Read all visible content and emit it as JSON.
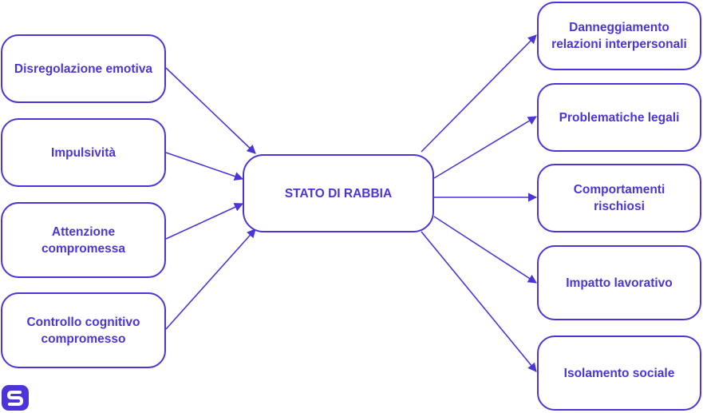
{
  "center": {
    "label": "STATO DI RABBIA"
  },
  "causes": [
    {
      "label": "Disregolazione emotiva"
    },
    {
      "label": "Impulsività"
    },
    {
      "label": "Attenzione compromessa"
    },
    {
      "label": "Controllo cognitivo compromesso"
    }
  ],
  "effects": [
    {
      "label": "Danneggiamento relazioni interpersonali"
    },
    {
      "label": "Problematiche legali"
    },
    {
      "label": "Comportamenti rischiosi"
    },
    {
      "label": "Impatto lavorativo"
    },
    {
      "label": "Isolamento sociale"
    }
  ],
  "colors": {
    "accent": "#4b35d6",
    "background": "#ffffff"
  },
  "logo_icon": "s-logo-icon"
}
